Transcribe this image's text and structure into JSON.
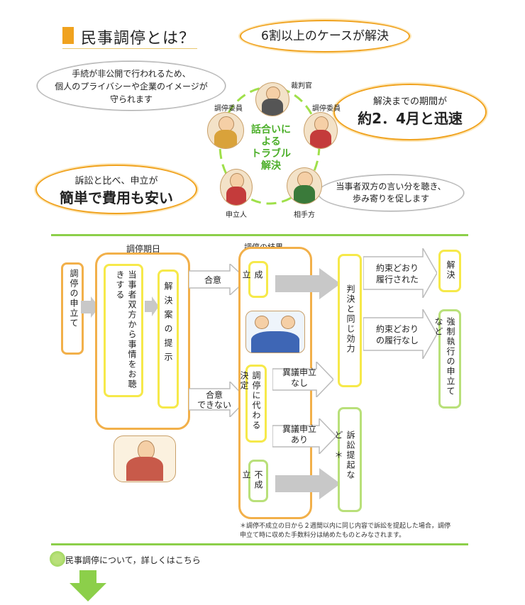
{
  "header": {
    "title": "民事調停とは？"
  },
  "bubbles": {
    "resolve_rate": "6割以上のケースが解決",
    "privacy": [
      "手続が非公開で行われるため、",
      "個人のプライバシーや企業のイメージが",
      "守られます"
    ],
    "period_small": "解決までの期間が",
    "period_big": "約2．4月と迅速",
    "cheap_small": "訴訟と比べ、申立が",
    "cheap_big": "簡単で費用も安い",
    "listen": [
      "当事者双方の言い分を聴き、",
      "歩み寄りを促します"
    ]
  },
  "circle": {
    "center": [
      "話合いに",
      "よる",
      "トラブル",
      "解決"
    ],
    "judge": "裁判官",
    "mediator_left": "調停委員",
    "mediator_right": "調停委員",
    "applicant": "申立人",
    "respondent": "相手方"
  },
  "flow": {
    "petition": "調停の申立て",
    "session_label": "調停期日",
    "hearing": "当事者双方から事情をお聴きする",
    "proposal": "解決案の提示",
    "agree": "合意",
    "disagree": [
      "合意",
      "できない"
    ],
    "result_label": "調停の結果",
    "established": "成立",
    "decision": "調停に代わる決定",
    "failed": "不成立",
    "objection_none": [
      "異議申立",
      "なし"
    ],
    "objection_yes": [
      "異議申立",
      "あり"
    ],
    "same_effect": "判決と同じ効力",
    "performed": [
      "約束どおり",
      "履行された"
    ],
    "not_performed": [
      "約束どおり",
      "の履行なし"
    ],
    "solved": "解決",
    "enforce": "強制執行の申立てなど",
    "lawsuit": "訴訟提起など　＊"
  },
  "footnote": [
    "＊調停不成立の日から２週間以内に同じ内容で訴訟を提起した場合，調停",
    "申立て時に収めた手数料分は納めたものとみなされます。"
  ],
  "link": {
    "text": "民事調停について，詳しくはこちら"
  },
  "colors": {
    "accent": "#f0a21e",
    "green_line": "#8ccf4a",
    "yellow": "#f6e94a",
    "grey_arrow": "#c8c8c8",
    "down_arrow": "#8ccf4a"
  }
}
